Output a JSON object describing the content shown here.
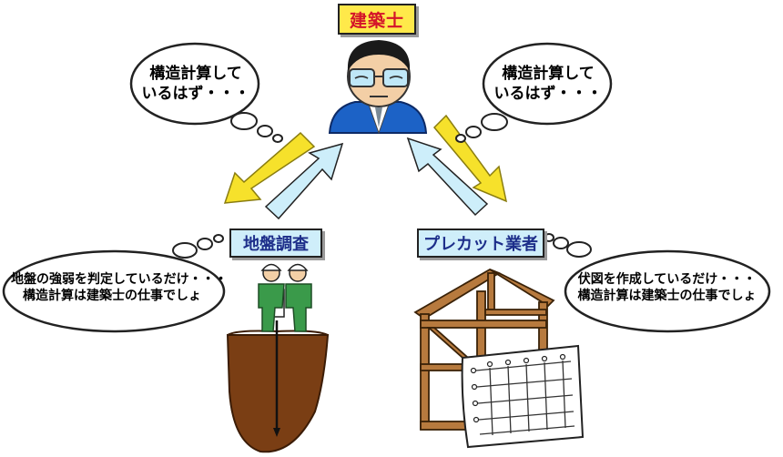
{
  "title_label": "建築士",
  "left_group_label": "地盤調査",
  "right_group_label": "プレカット業者",
  "bubbles": {
    "architect_left": [
      "構造計算して",
      "いるはず・・・"
    ],
    "architect_right": [
      "構造計算して",
      "いるはず・・・"
    ],
    "survey": [
      "地盤の強弱を判定しているだけ・・・",
      "構造計算は建築士の仕事でしょ"
    ],
    "precut": [
      "伏図を作成しているだけ・・・",
      "構造計算は建築士の仕事でしょ"
    ]
  },
  "icons": {
    "architect": "architect-person-icon",
    "survey": "soil-survey-workers-icon",
    "precut": "timber-frame-and-floor-plan-icon"
  },
  "colors": {
    "title_bg": "#ffe94a",
    "title_text": "#d4142a",
    "group_bg": "#cfeefa",
    "group_text": "#1d2e8a",
    "arrow_down": "#f6e12b",
    "arrow_up": "#cdeefa",
    "soil": "#7a3e14",
    "timber": "#b77a3e",
    "suit": "#1c62c6",
    "worker": "#3a9a4a"
  }
}
